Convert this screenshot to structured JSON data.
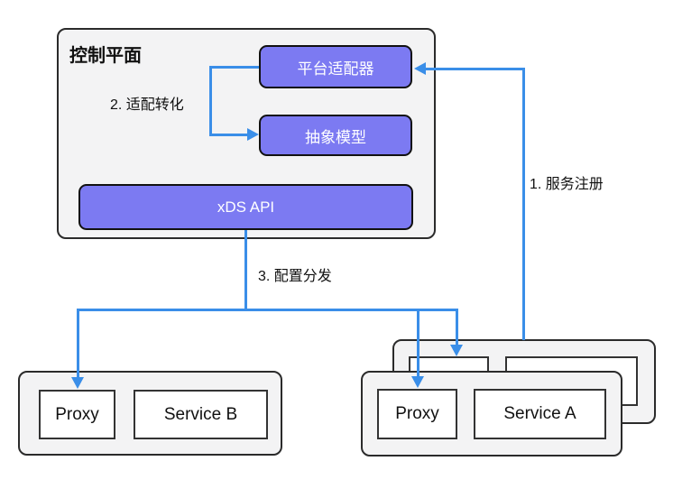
{
  "diagram": {
    "control_plane": {
      "title": "控制平面",
      "nodes": {
        "platform_adapter": "平台适配器",
        "abstract_model": "抽象模型",
        "xds_api": "xDS API"
      }
    },
    "edges": {
      "service_registration": "1. 服务注册",
      "adaptation_transform": "2. 适配转化",
      "config_distribution": "3. 配置分发"
    },
    "service_b_group": {
      "proxy": "Proxy",
      "service": "Service B"
    },
    "service_a_group": {
      "proxy": "Proxy",
      "service": "Service A",
      "replicas": 2
    }
  },
  "colors": {
    "node-purple": "#7C7AF2",
    "arrow-blue": "#3A8EE8",
    "box-fill": "#F3F3F4",
    "box-border": "#2B2B2B",
    "inner-border": "#333333",
    "text-dark": "#111111"
  }
}
